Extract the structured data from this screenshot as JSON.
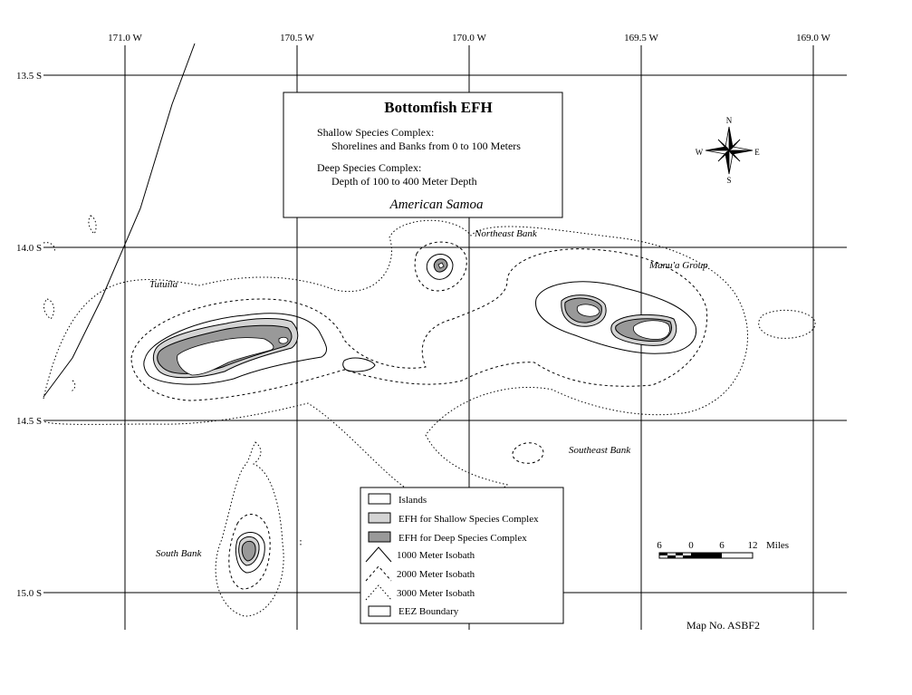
{
  "map_title": "Bottomfish EFH",
  "info": {
    "shallow_heading": "Shallow Species Complex:",
    "shallow_desc": "Shorelines and Banks from 0 to 100 Meters",
    "deep_heading": "Deep Species Complex:",
    "deep_desc": "Depth of 100 to 400 Meter Depth",
    "region": "American Samoa"
  },
  "longitude_labels": [
    "171.0 W",
    "170.5 W",
    "170.0 W",
    "169.5 W",
    "169.0 W"
  ],
  "latitude_labels": [
    "13.5 S",
    "14.0 S",
    "14.5 S",
    "15.0 S"
  ],
  "places": {
    "tutuila": "Tutuila",
    "northeast_bank": "Northeast Bank",
    "manua_group": "Manu'a Group",
    "southeast_bank": "Southeast Bank",
    "south_bank": "South Bank"
  },
  "compass": {
    "n": "N",
    "s": "S",
    "e": "E",
    "w": "W"
  },
  "legend": {
    "islands": "Islands",
    "shallow": "EFH for Shallow Species Complex",
    "deep": "EFH for Deep Species Complex",
    "iso1000": "1000 Meter Isobath",
    "iso2000": "2000 Meter Isobath",
    "iso3000": "3000 Meter Isobath",
    "eez": "EEZ Boundary"
  },
  "scale": {
    "ticks": [
      "6",
      "0",
      "6",
      "12"
    ],
    "unit": "Miles"
  },
  "map_number": "Map No. ASBF2",
  "colors": {
    "shallow_fill": "#d4d4d4",
    "deep_fill": "#999999",
    "island_fill": "#ffffff",
    "line": "#000000"
  }
}
